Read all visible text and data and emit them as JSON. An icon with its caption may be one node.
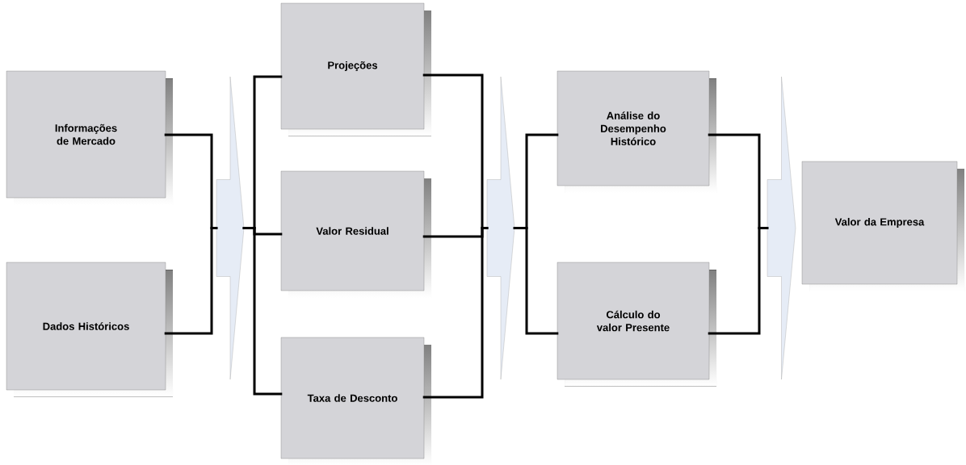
{
  "diagram": {
    "nodes": [
      {
        "text": [
          "Informações de Mercado"
        ]
      },
      {
        "text": [
          "Dados Históricos"
        ]
      },
      {
        "text": [],
        "shape": "arrow"
      },
      {
        "text": [
          "Projeções"
        ]
      },
      {
        "text": [
          "Valor Residual"
        ]
      },
      {
        "text": [
          "Taxa de Desconto"
        ]
      },
      {
        "text": [],
        "shape": "arrow"
      },
      {
        "text": [
          "Análise do Desempenho Histórico"
        ]
      },
      {
        "text": [
          "Cálculo do valor Presente"
        ]
      },
      {
        "text": [],
        "shape": "arrow"
      },
      {
        "text": [
          "Valor da Empresa"
        ]
      }
    ],
    "edges": [
      {
        "from": 0,
        "to": 2,
        "arrow": "none"
      },
      {
        "from": 1,
        "to": 2,
        "arrow": "none"
      },
      {
        "from": 2,
        "to": 3,
        "arrow": "none"
      },
      {
        "from": 2,
        "to": 4,
        "arrow": "none"
      },
      {
        "from": 2,
        "to": 5,
        "arrow": "none"
      },
      {
        "from": 3,
        "to": 6,
        "arrow": "none"
      },
      {
        "from": 4,
        "to": 6,
        "arrow": "none"
      },
      {
        "from": 5,
        "to": 6,
        "arrow": "none"
      },
      {
        "from": 6,
        "to": 7,
        "arrow": "none"
      },
      {
        "from": 6,
        "to": 8,
        "arrow": "none"
      },
      {
        "from": 7,
        "to": 9,
        "arrow": "none"
      },
      {
        "from": 8,
        "to": 9,
        "arrow": "none"
      }
    ]
  }
}
